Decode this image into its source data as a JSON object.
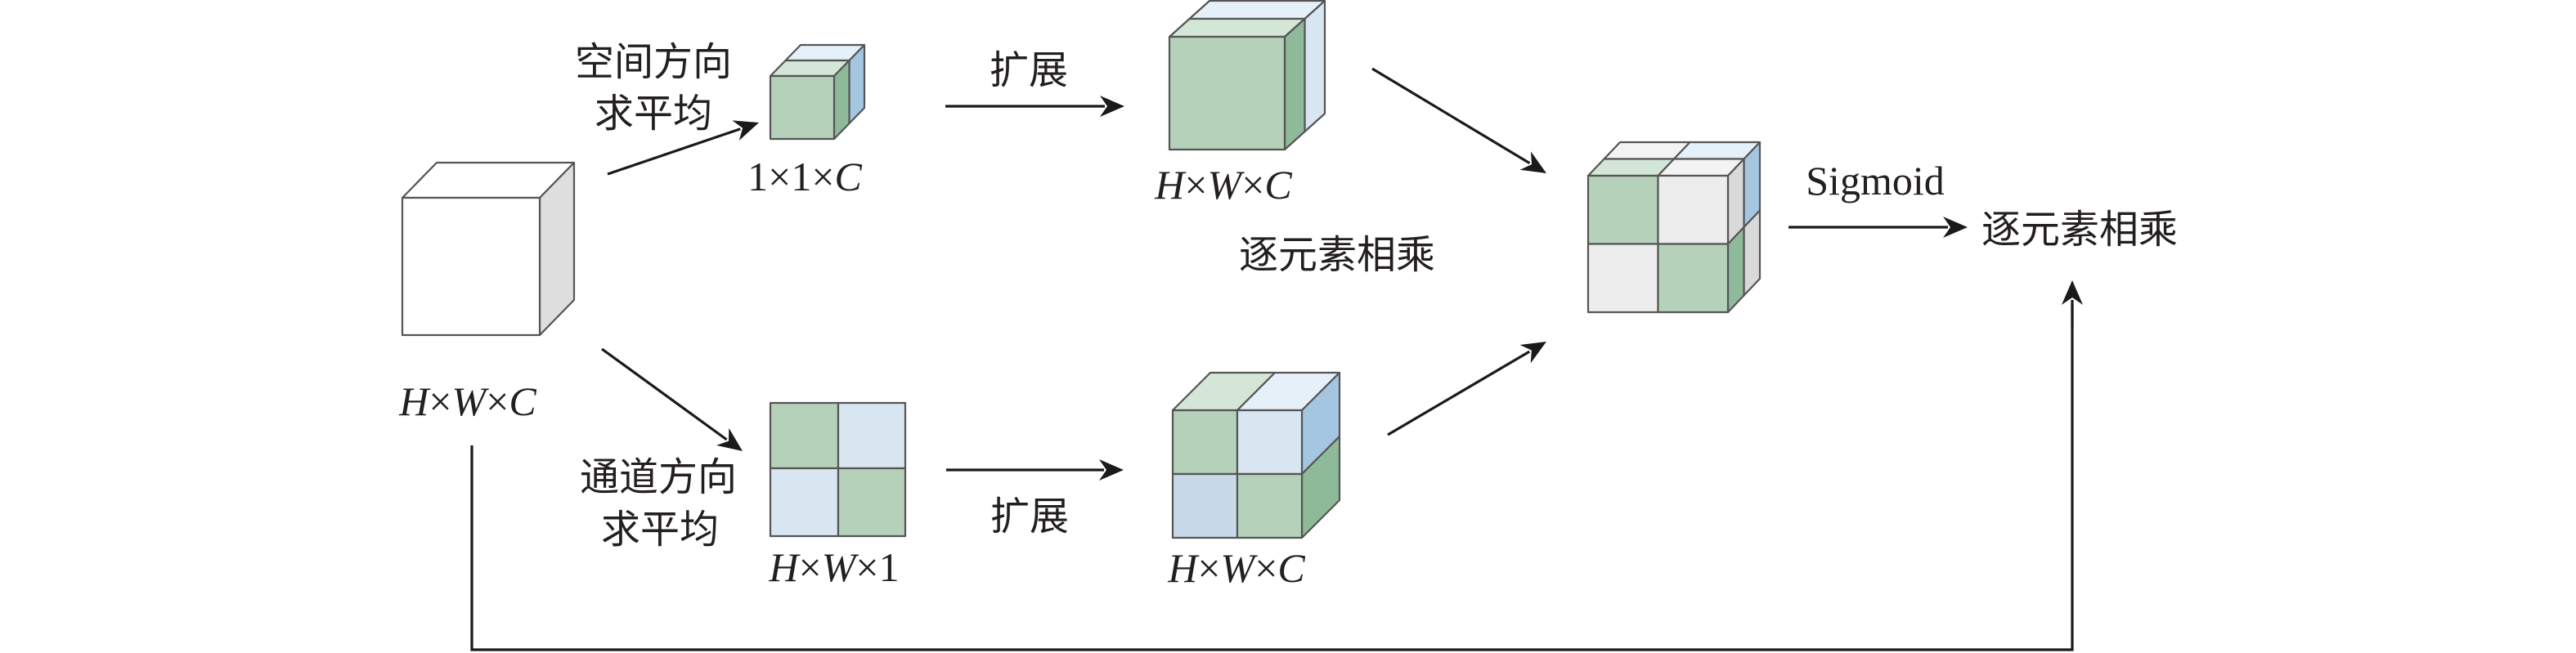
{
  "figure": {
    "description": "Spatial and channel attention block diagram",
    "input": {
      "label": "H×W×C",
      "label_parts": [
        "H",
        "×",
        "W",
        "×",
        "C"
      ]
    },
    "spatial_branch": {
      "operation_line1": "空间方向",
      "operation_line2": "求平均",
      "result_label": "1×1×C",
      "expand_label": "扩展",
      "expanded_label": "H×W×C"
    },
    "channel_branch": {
      "operation_line1": "通道方向",
      "operation_line2": "求平均",
      "result_label": "H×W×1",
      "expand_label": "扩展",
      "expanded_label": "H×W×C"
    },
    "merge": {
      "operation": "逐元素相乘"
    },
    "output": {
      "activation": "Sigmoid",
      "operation": "逐元素相乘"
    }
  },
  "colors": {
    "green": "#b5d1ba",
    "green_top": "#d4e6d6",
    "green_side": "#8fba9a",
    "blue_light": "#d7e6f1",
    "blue_top": "#e6f0f8",
    "blue_side": "#a5c6e1",
    "blue_mid": "#c8d9e8",
    "gray": "#ededed",
    "gray_top": "#f3f3f3",
    "gray_side": "#d9d9d9",
    "white": "#ffffff",
    "white_side": "#dedede",
    "stroke": "#555555",
    "ink": "#1a1a1a"
  }
}
